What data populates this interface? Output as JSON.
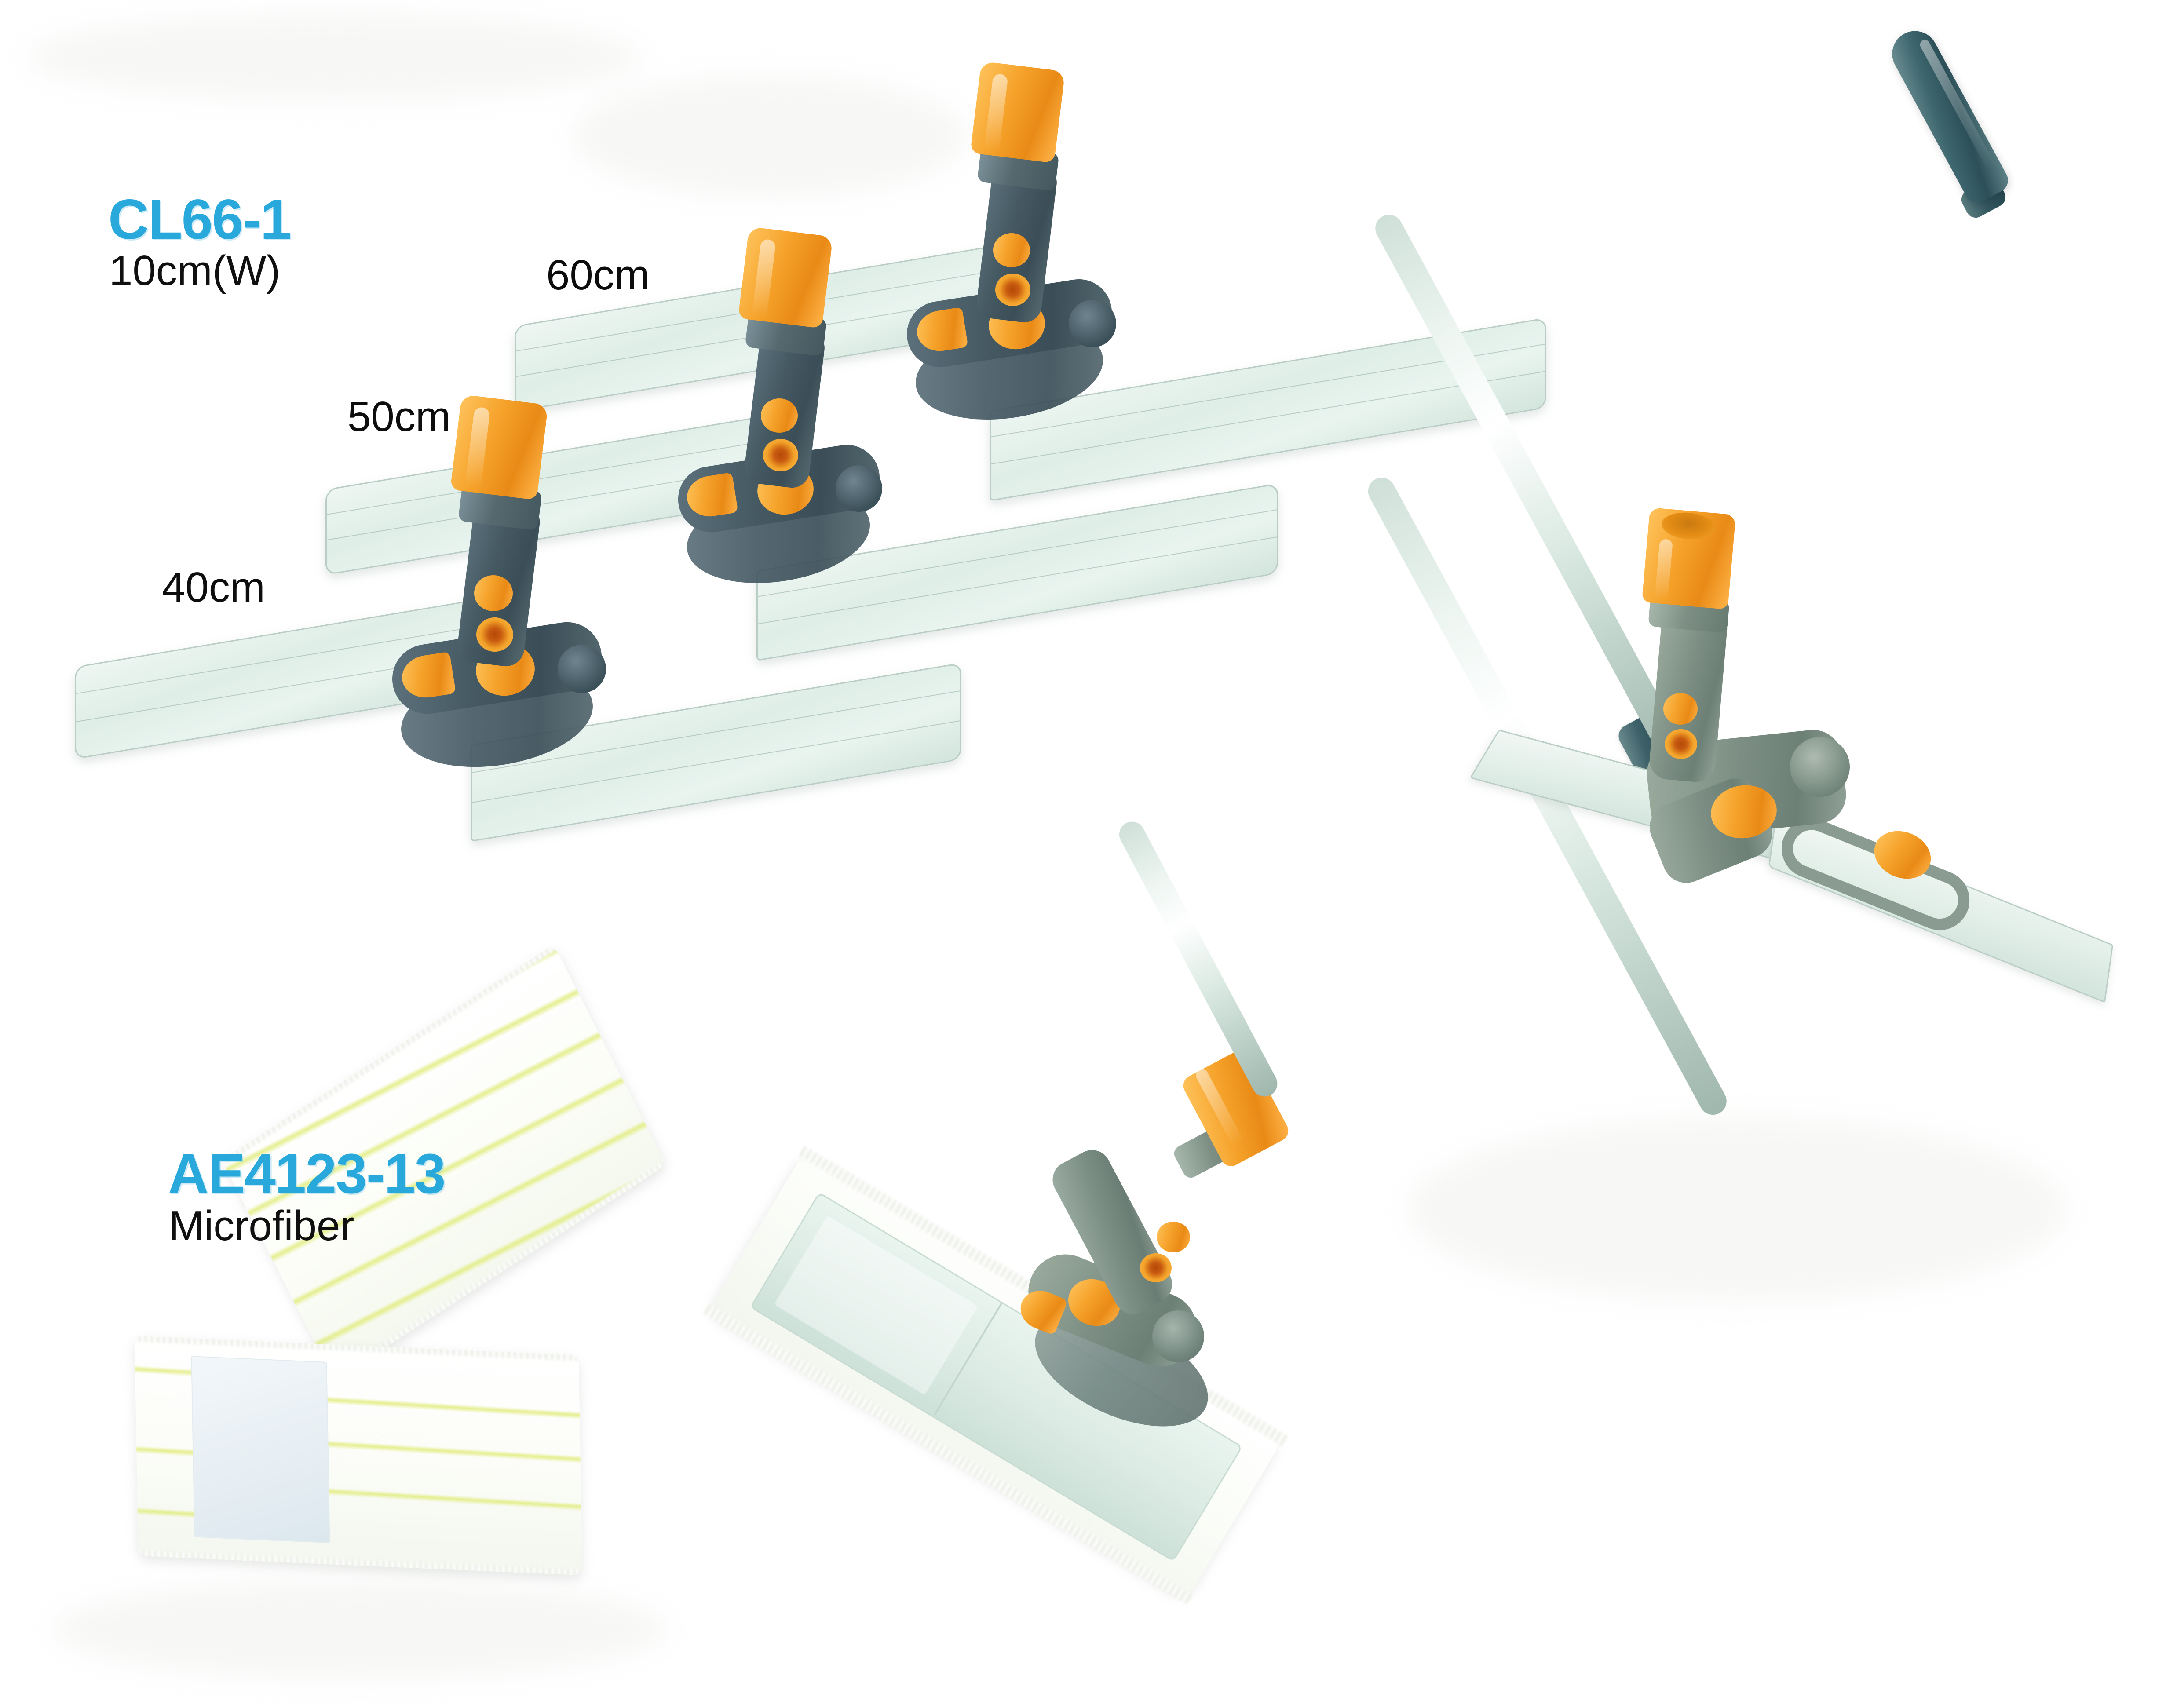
{
  "background": {
    "color": "#ffffff",
    "blotch_color": "#f7f8f6"
  },
  "palette": {
    "sku_blue": "#29a8dc",
    "label_black": "#0d0d0d",
    "orange": "#f0a32a",
    "orange_dark": "#e2860f",
    "slate_gray": "#465a64",
    "sage_gray": "#7d8f84",
    "plate_mint": "#e3efe9",
    "plate_edge": "#b9cdc5",
    "pole_silver": "#dceae3",
    "pole_grip_teal": "#3c6169",
    "cloth_white": "#fdfefb",
    "cloth_stripe": "#e1ec7d"
  },
  "labels": {
    "sku_frame": "CL66-1",
    "sku_frame_sub": "10cm(W)",
    "sku_pad": "AE4123-13",
    "sku_pad_sub": "Microfiber",
    "size_60": "60cm",
    "size_50": "50cm",
    "size_40": "40cm"
  },
  "products": [
    {
      "id": "frame-60",
      "sku": "CL66-1",
      "size_label": "60cm",
      "width_cm": 10,
      "length_cm": 60,
      "kind": "folding-mop-frame"
    },
    {
      "id": "frame-50",
      "sku": "CL66-1",
      "size_label": "50cm",
      "width_cm": 10,
      "length_cm": 50,
      "kind": "folding-mop-frame"
    },
    {
      "id": "frame-40",
      "sku": "CL66-1",
      "size_label": "40cm",
      "width_cm": 10,
      "length_cm": 40,
      "kind": "folding-mop-frame"
    },
    {
      "id": "telescopic-pole-folded-frame",
      "sku": "CL66-1",
      "size_label": "",
      "kind": "telescopic-pole-with-folded-frame"
    },
    {
      "id": "assembled-mop",
      "sku": "CL66-1",
      "size_label": "",
      "kind": "assembled-mop-with-pad"
    },
    {
      "id": "microfiber-pad",
      "sku": "AE4123-13",
      "size_label": "Microfiber",
      "kind": "replacement-pad"
    }
  ]
}
